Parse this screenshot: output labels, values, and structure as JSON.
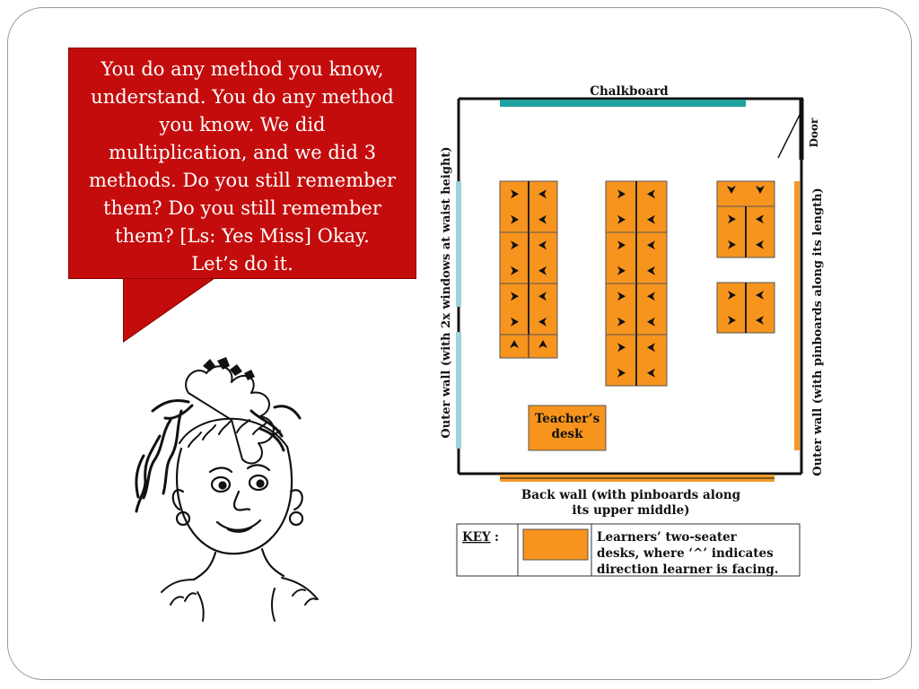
{
  "speech": {
    "lines": [
      "You do any method you know,",
      "understand. You do any method",
      "you know. We did",
      "multiplication, and we did 3",
      "methods. Do you still remember",
      "them? Do you still remember",
      "them? [Ls: Yes Miss] Okay.",
      "Let’s do it."
    ]
  },
  "plan": {
    "chalkboard": "Chalkboard",
    "door": "Door",
    "left_wall": "Outer wall (with 2x windows at waist height)",
    "right_wall": "Outer wall (with pinboards along its length)",
    "back_wall_line1": "Back wall (with pinboards along",
    "back_wall_line2": "its upper middle)",
    "teacher_desk_line1": "Teacher’s",
    "teacher_desk_line2": "desk",
    "key_label": "KEY",
    "key_colon": ":",
    "key_line1": "Learners’ two-seater",
    "key_line2": "desks, where ‘^’ indicates",
    "key_line3": "direction learner is facing."
  },
  "colors": {
    "bubble_red": "#c40c0c",
    "desk_orange": "#f7941d",
    "chalkboard_teal": "#1fa3a0",
    "window_blue": "#9fd2dc",
    "pinboard_orange": "#f39a2c"
  }
}
